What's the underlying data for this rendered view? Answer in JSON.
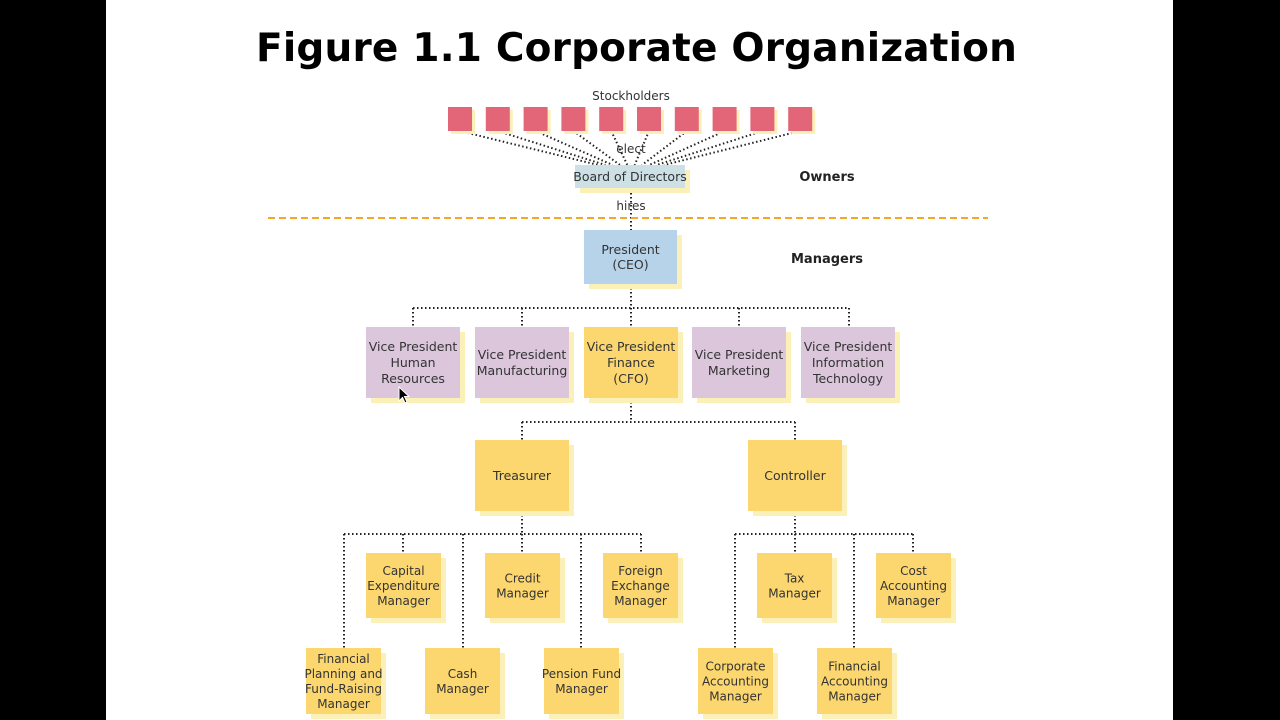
{
  "title": "Figure 1.1 Corporate Organization",
  "labels": {
    "stockholders": "Stockholders",
    "elect": "elect",
    "hires": "hires",
    "owners": "Owners",
    "managers": "Managers"
  },
  "colors": {
    "stockholder": "#e26578",
    "board": "#cde0e6",
    "president": "#b7d3ea",
    "vp": "#dcc6dc",
    "finance": "#fcd76f",
    "shadow": "#fbf1b8",
    "separator": "#f5a623"
  },
  "stockholder_count": 10,
  "nodes": {
    "board": [
      "Board of Directors"
    ],
    "president": [
      "President",
      "(CEO)"
    ],
    "vp_hr": [
      "Vice President",
      "Human",
      "Resources"
    ],
    "vp_mfg": [
      "Vice President",
      "Manufacturing"
    ],
    "vp_fin": [
      "Vice President",
      "Finance",
      "(CFO)"
    ],
    "vp_mkt": [
      "Vice President",
      "Marketing"
    ],
    "vp_it": [
      "Vice President",
      "Information",
      "Technology"
    ],
    "treasurer": [
      "Treasurer"
    ],
    "controller": [
      "Controller"
    ],
    "capex": [
      "Capital",
      "Expenditure",
      "Manager"
    ],
    "credit": [
      "Credit",
      "Manager"
    ],
    "fx": [
      "Foreign",
      "Exchange",
      "Manager"
    ],
    "fpfr": [
      "Financial",
      "Planning and",
      "Fund-Raising",
      "Manager"
    ],
    "cash": [
      "Cash",
      "Manager"
    ],
    "pension": [
      "Pension Fund",
      "Manager"
    ],
    "tax": [
      "Tax",
      "Manager"
    ],
    "cost": [
      "Cost",
      "Accounting",
      "Manager"
    ],
    "corp_acct": [
      "Corporate",
      "Accounting",
      "Manager"
    ],
    "fin_acct": [
      "Financial",
      "Accounting",
      "Manager"
    ]
  }
}
